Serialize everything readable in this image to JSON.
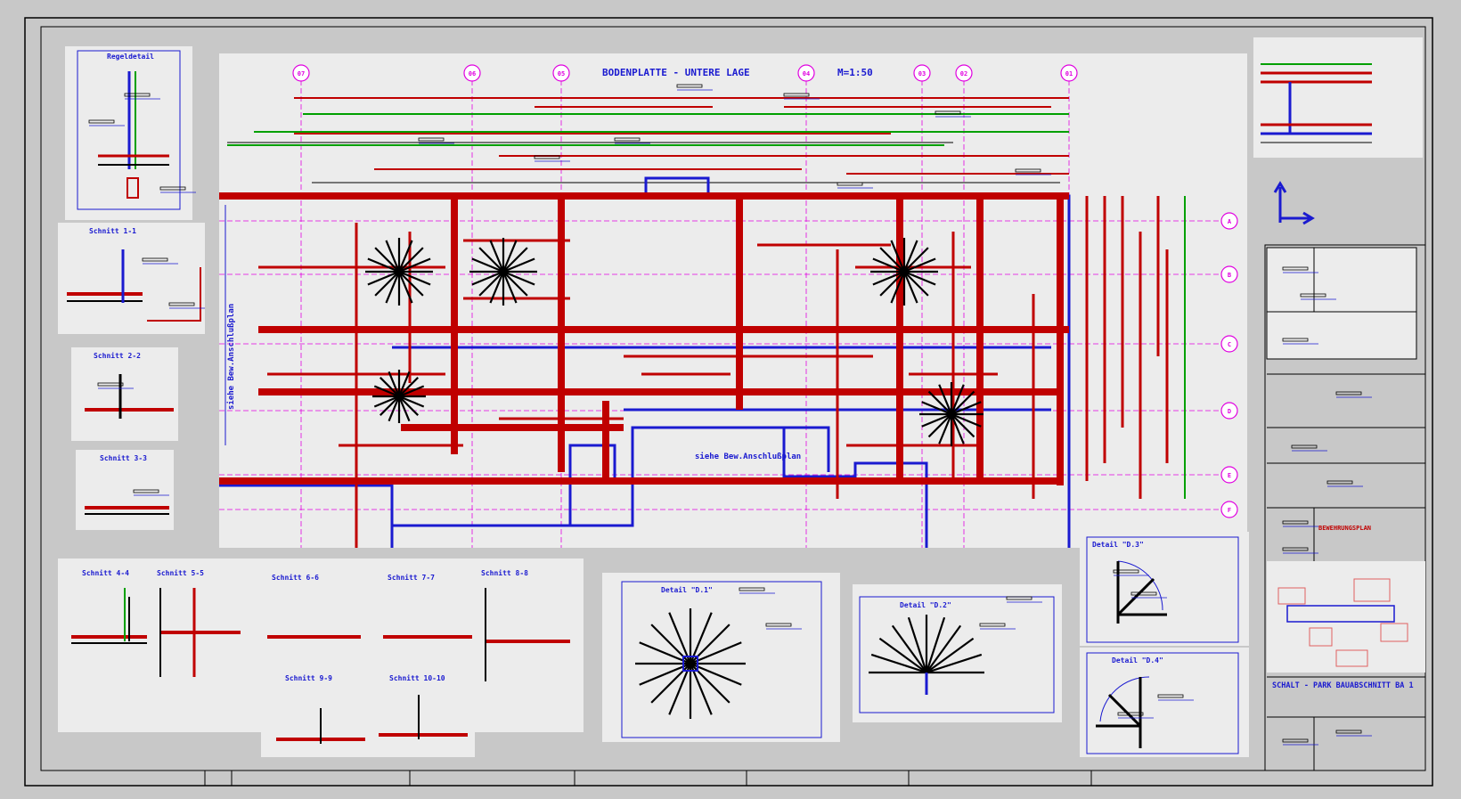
{
  "plan": {
    "title": "BODENPLATTE - UNTERE LAGE",
    "scale": "M=1:50",
    "side_note": "siehe Bew.Anschlußplan",
    "center_note": "siehe Bew.Anschlußplan",
    "column_axes": [
      "07",
      "06",
      "05",
      "04",
      "03",
      "02",
      "01"
    ],
    "row_axes": [
      "A",
      "B",
      "C",
      "D",
      "E",
      "F"
    ]
  },
  "sections": [
    {
      "label": "Regeldetail"
    },
    {
      "label": "Schnitt 1-1"
    },
    {
      "label": "Schnitt 2-2"
    },
    {
      "label": "Schnitt 3-3"
    },
    {
      "label": "Schnitt 4-4"
    },
    {
      "label": "Schnitt 5-5"
    },
    {
      "label": "Schnitt 6-6"
    },
    {
      "label": "Schnitt 7-7"
    },
    {
      "label": "Schnitt 8-8"
    },
    {
      "label": "Schnitt 9-9"
    },
    {
      "label": "Schnitt 10-10"
    }
  ],
  "details": [
    {
      "label": "Detail \"D.1\""
    },
    {
      "label": "Detail \"D.2\""
    },
    {
      "label": "Detail \"D.3\""
    },
    {
      "label": "Detail \"D.4\""
    }
  ],
  "title_block": {
    "project": "SCHALT - PARK BAUABSCHNITT BA 1",
    "drawing_type": "BEWEHRUNGSPLAN"
  },
  "colors": {
    "sheet_bg": "#c8c8c8",
    "paper": "#ececec",
    "rebar": "#c00000",
    "outline": "#1a1ad0",
    "axis": "#e000e0",
    "green": "#00a000",
    "black": "#000000"
  }
}
